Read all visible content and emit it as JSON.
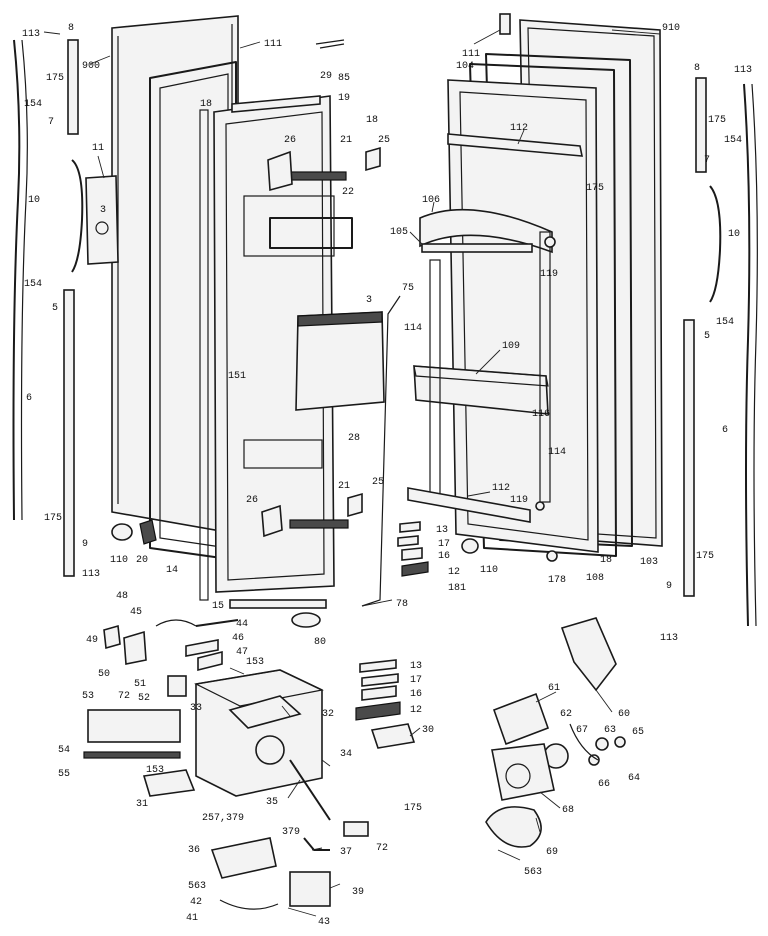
{
  "callouts": {
    "c113_tl": "113",
    "c8_tl": "8",
    "c900": "900",
    "c111_l": "111",
    "c175_tl": "175",
    "c154_tl": "154",
    "c7_l": "7",
    "c11": "11",
    "c3_l": "3",
    "c10_l": "10",
    "c154_bl": "154",
    "c5_l": "5",
    "c6_l": "6",
    "c175_bl": "175",
    "c9_l": "9",
    "c113_bl": "113",
    "c29": "29",
    "c85": "85",
    "c18_top": "18",
    "c19": "19",
    "c18_r": "18",
    "c26_top": "26",
    "c21_top": "21",
    "c22": "22",
    "c25_top": "25",
    "c3_mid": "3",
    "c75": "75",
    "c151": "151",
    "c28": "28",
    "c26_bot": "26",
    "c21_bot": "21",
    "c25_bot": "25",
    "c110_l": "110",
    "c20": "20",
    "c14": "14",
    "c15": "15",
    "c80": "80",
    "c78": "78",
    "c13_a": "13",
    "c17_a": "17",
    "c16_a": "16",
    "c12_a": "12",
    "c181": "181",
    "c110_r": "110",
    "c111_r": "111",
    "c104": "104",
    "c910": "910",
    "c112_top": "112",
    "c175_mr": "175",
    "c106": "106",
    "c105": "105",
    "c119_top": "119",
    "c114_a": "114",
    "c109": "109",
    "c116": "116",
    "c114_b": "114",
    "c112_bot": "112",
    "c119_bot": "119",
    "c18_b": "18",
    "c108": "108",
    "c103": "103",
    "c178": "178",
    "c8_tr": "8",
    "c113_tr": "113",
    "c175_tr": "175",
    "c154_tr": "154",
    "c7_r": "7",
    "c10_r": "10",
    "c154_br": "154",
    "c5_r": "5",
    "c6_r": "6",
    "c175_br": "175",
    "c9_r": "9",
    "c113_br": "113",
    "c48": "48",
    "c45": "45",
    "c44": "44",
    "c46": "46",
    "c47": "47",
    "c49": "49",
    "c50": "50",
    "c51": "51",
    "c72_a": "72",
    "c52": "52",
    "c153_a": "153",
    "c53": "53",
    "c33": "33",
    "c32": "32",
    "c54": "54",
    "c55": "55",
    "c153_b": "153",
    "c34": "34",
    "c35": "35",
    "c31": "31",
    "c13_b": "13",
    "c17_b": "17",
    "c16_b": "16",
    "c12_b": "12",
    "c30": "30",
    "c175_bot": "175",
    "c72_b": "72",
    "c257": "257,379",
    "c379": "379",
    "c36": "36",
    "c37": "37",
    "c563_a": "563",
    "c42": "42",
    "c39": "39",
    "c41": "41",
    "c43": "43",
    "c60": "60",
    "c61": "61",
    "c62": "62",
    "c67": "67",
    "c63": "63",
    "c65": "65",
    "c66": "66",
    "c64": "64",
    "c68": "68",
    "c69": "69",
    "c563_b": "563"
  }
}
